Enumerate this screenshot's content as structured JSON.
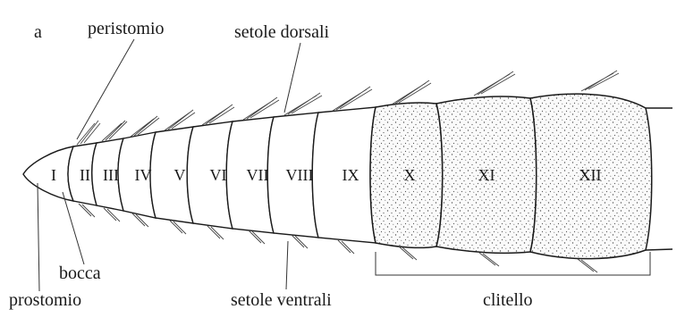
{
  "panel_letter": "a",
  "labels": {
    "peristomio": "peristomio",
    "setole_dorsali": "setole dorsali",
    "bocca": "bocca",
    "prostomio": "prostomio",
    "setole_ventrali": "setole ventrali",
    "clitello": "clitello"
  },
  "segments": [
    "I",
    "II",
    "III",
    "IV",
    "V",
    "VI",
    "VII",
    "VIII",
    "IX",
    "X",
    "XI",
    "XII"
  ],
  "colors": {
    "line": "#1a1a1a",
    "background": "#ffffff"
  }
}
